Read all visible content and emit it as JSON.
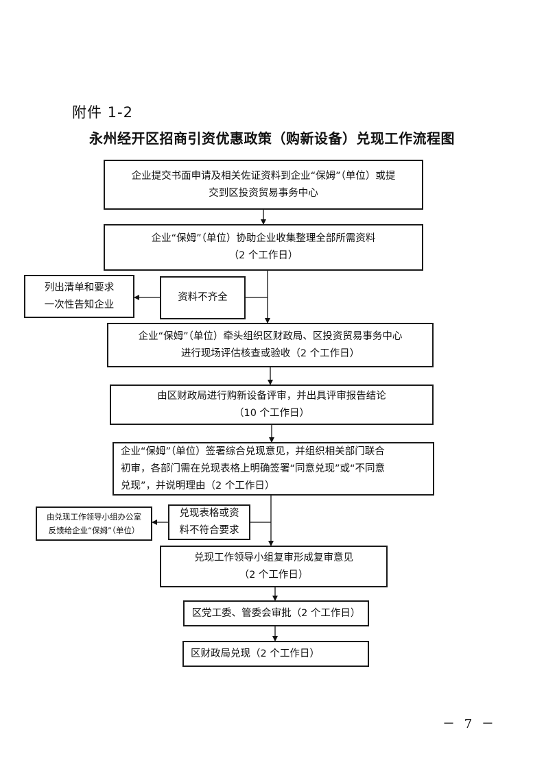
{
  "header": {
    "annex": "附件 1-2",
    "title": "永州经开区招商引资优惠政策（购新设备）兑现工作流程图"
  },
  "steps": {
    "s1": [
      "企业提交书面申请及相关佐证资料到企业“保姆”（单位）或提",
      "交到区投资贸易事务中心"
    ],
    "s2": [
      "企业“保姆”（单位）协助企业收集整理全部所需资料",
      "（2 个工作日）"
    ],
    "s3": [
      "企业“保姆”（单位）牵头组织区财政局、区投资贸易事务中心",
      "进行现场评估核查或验收（2 个工作日）"
    ],
    "s4": [
      "由区财政局进行购新设备评审，并出具评审报告结论",
      "（10 个工作日）"
    ],
    "s5": [
      "企业“保姆”（单位）签署综合兑现意见，并组织相关部门联合",
      "初审，各部门需在兑现表格上明确签署“同意兑现”或“不同意",
      "兑现”，并说明理由（2 个工作日）"
    ],
    "s6": [
      "兑现工作领导小组复审形成复审意见",
      "（2 个工作日）"
    ],
    "s7": [
      "区党工委、管委会审批（2 个工作日）"
    ],
    "s8": [
      "区财政局兑现（2 个工作日）"
    ]
  },
  "branches": {
    "b1_condition": [
      "资料不齐全"
    ],
    "b1_result": [
      "列出清单和要求",
      "一次性告知企业"
    ],
    "b2_condition": [
      "兑现表格或资",
      "料不符合要求"
    ],
    "b2_result": [
      "由兑现工作领导小组办公室",
      "反馈给企业“保姆”（单位）"
    ]
  },
  "footer": {
    "page_number": "－ 7 －"
  }
}
